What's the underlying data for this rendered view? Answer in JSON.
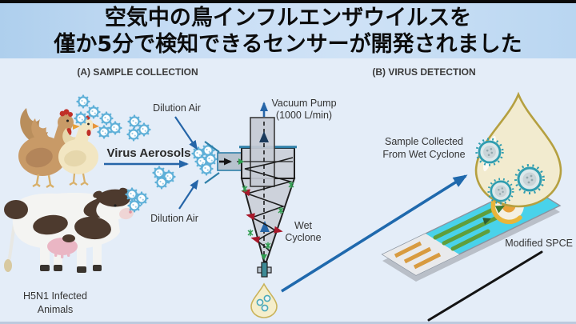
{
  "title": {
    "line1": "空気中の鳥インフルエンザウイルスを",
    "line2": "僅か5分で検知できるセンサーが開発されました"
  },
  "panels": {
    "a_header": "(A) SAMPLE COLLECTION",
    "b_header": "(B) VIRUS DETECTION"
  },
  "labels": {
    "dilution_air_top": "Dilution Air",
    "dilution_air_bottom": "Dilution Air",
    "virus_aerosols": "Virus Aerosols",
    "vacuum_pump_line1": "Vacuum Pump",
    "vacuum_pump_line2": "(1000 L/min)",
    "wet_cyclone_line1": "Wet",
    "wet_cyclone_line2": "Cyclone",
    "h5n1_line1": "H5N1 Infected",
    "h5n1_line2": "Animals",
    "sample_line1": "Sample Collected",
    "sample_line2": "From Wet Cyclone",
    "modified_spce": "Modified SPCE"
  },
  "colors": {
    "banner_bg": "#b9d6f1",
    "banner_text": "#0c0c0c",
    "top_edge_black": "#0a0a0a",
    "canvas_bg": "#e4edf8",
    "arrow_blue": "#2565a8",
    "outline_dark": "#222222",
    "label_text": "#333333",
    "virus_ring_blue": "#5fb0d8",
    "virus_ring_teal": "#2f9db0",
    "cyclone_gray": "#cdd2db",
    "red_arrow": "#a8182a",
    "green_mark": "#2f9e4f",
    "droplet_fill": "#f3ecce",
    "droplet_stroke": "#b5a040",
    "chip_cyan": "#49d2ea",
    "trace_green": "#5f9e3c",
    "pad_orange": "#d89b40",
    "electrode_gold": "#e8b53a",
    "electrode_orange": "#e8a23a",
    "pointer_black": "#141414"
  }
}
